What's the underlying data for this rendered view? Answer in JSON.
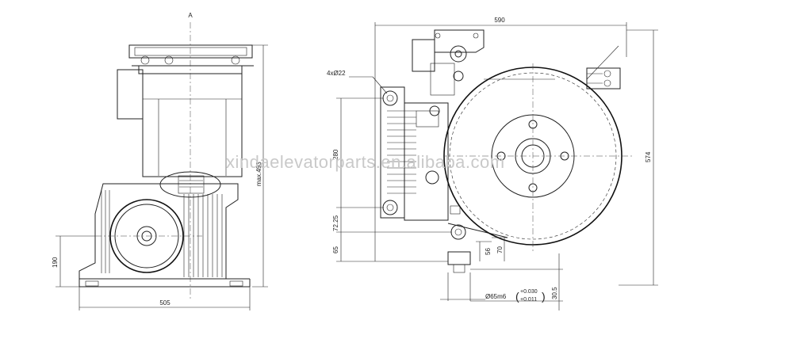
{
  "watermark": "xindaelevatorparts.en.alibaba.com",
  "side_view": {
    "section_mark": "A",
    "dim_height_max": "max.493",
    "dim_axis_height": "190",
    "dim_base_width": "505"
  },
  "front_view": {
    "dim_overall_width": "590",
    "dim_overall_height": "574",
    "hole_callout": "4xØ22",
    "dim_hole_spacing": "280",
    "dim_lower_offset": "72.25",
    "dim_bottom_offset": "65",
    "dim_shaft_56": "56",
    "dim_shaft_70": "70",
    "dim_shaft_30_5": "30.5",
    "shaft_dia": "Ø65m6",
    "tol_upper": "+0.030",
    "tol_lower": "+0.011"
  }
}
